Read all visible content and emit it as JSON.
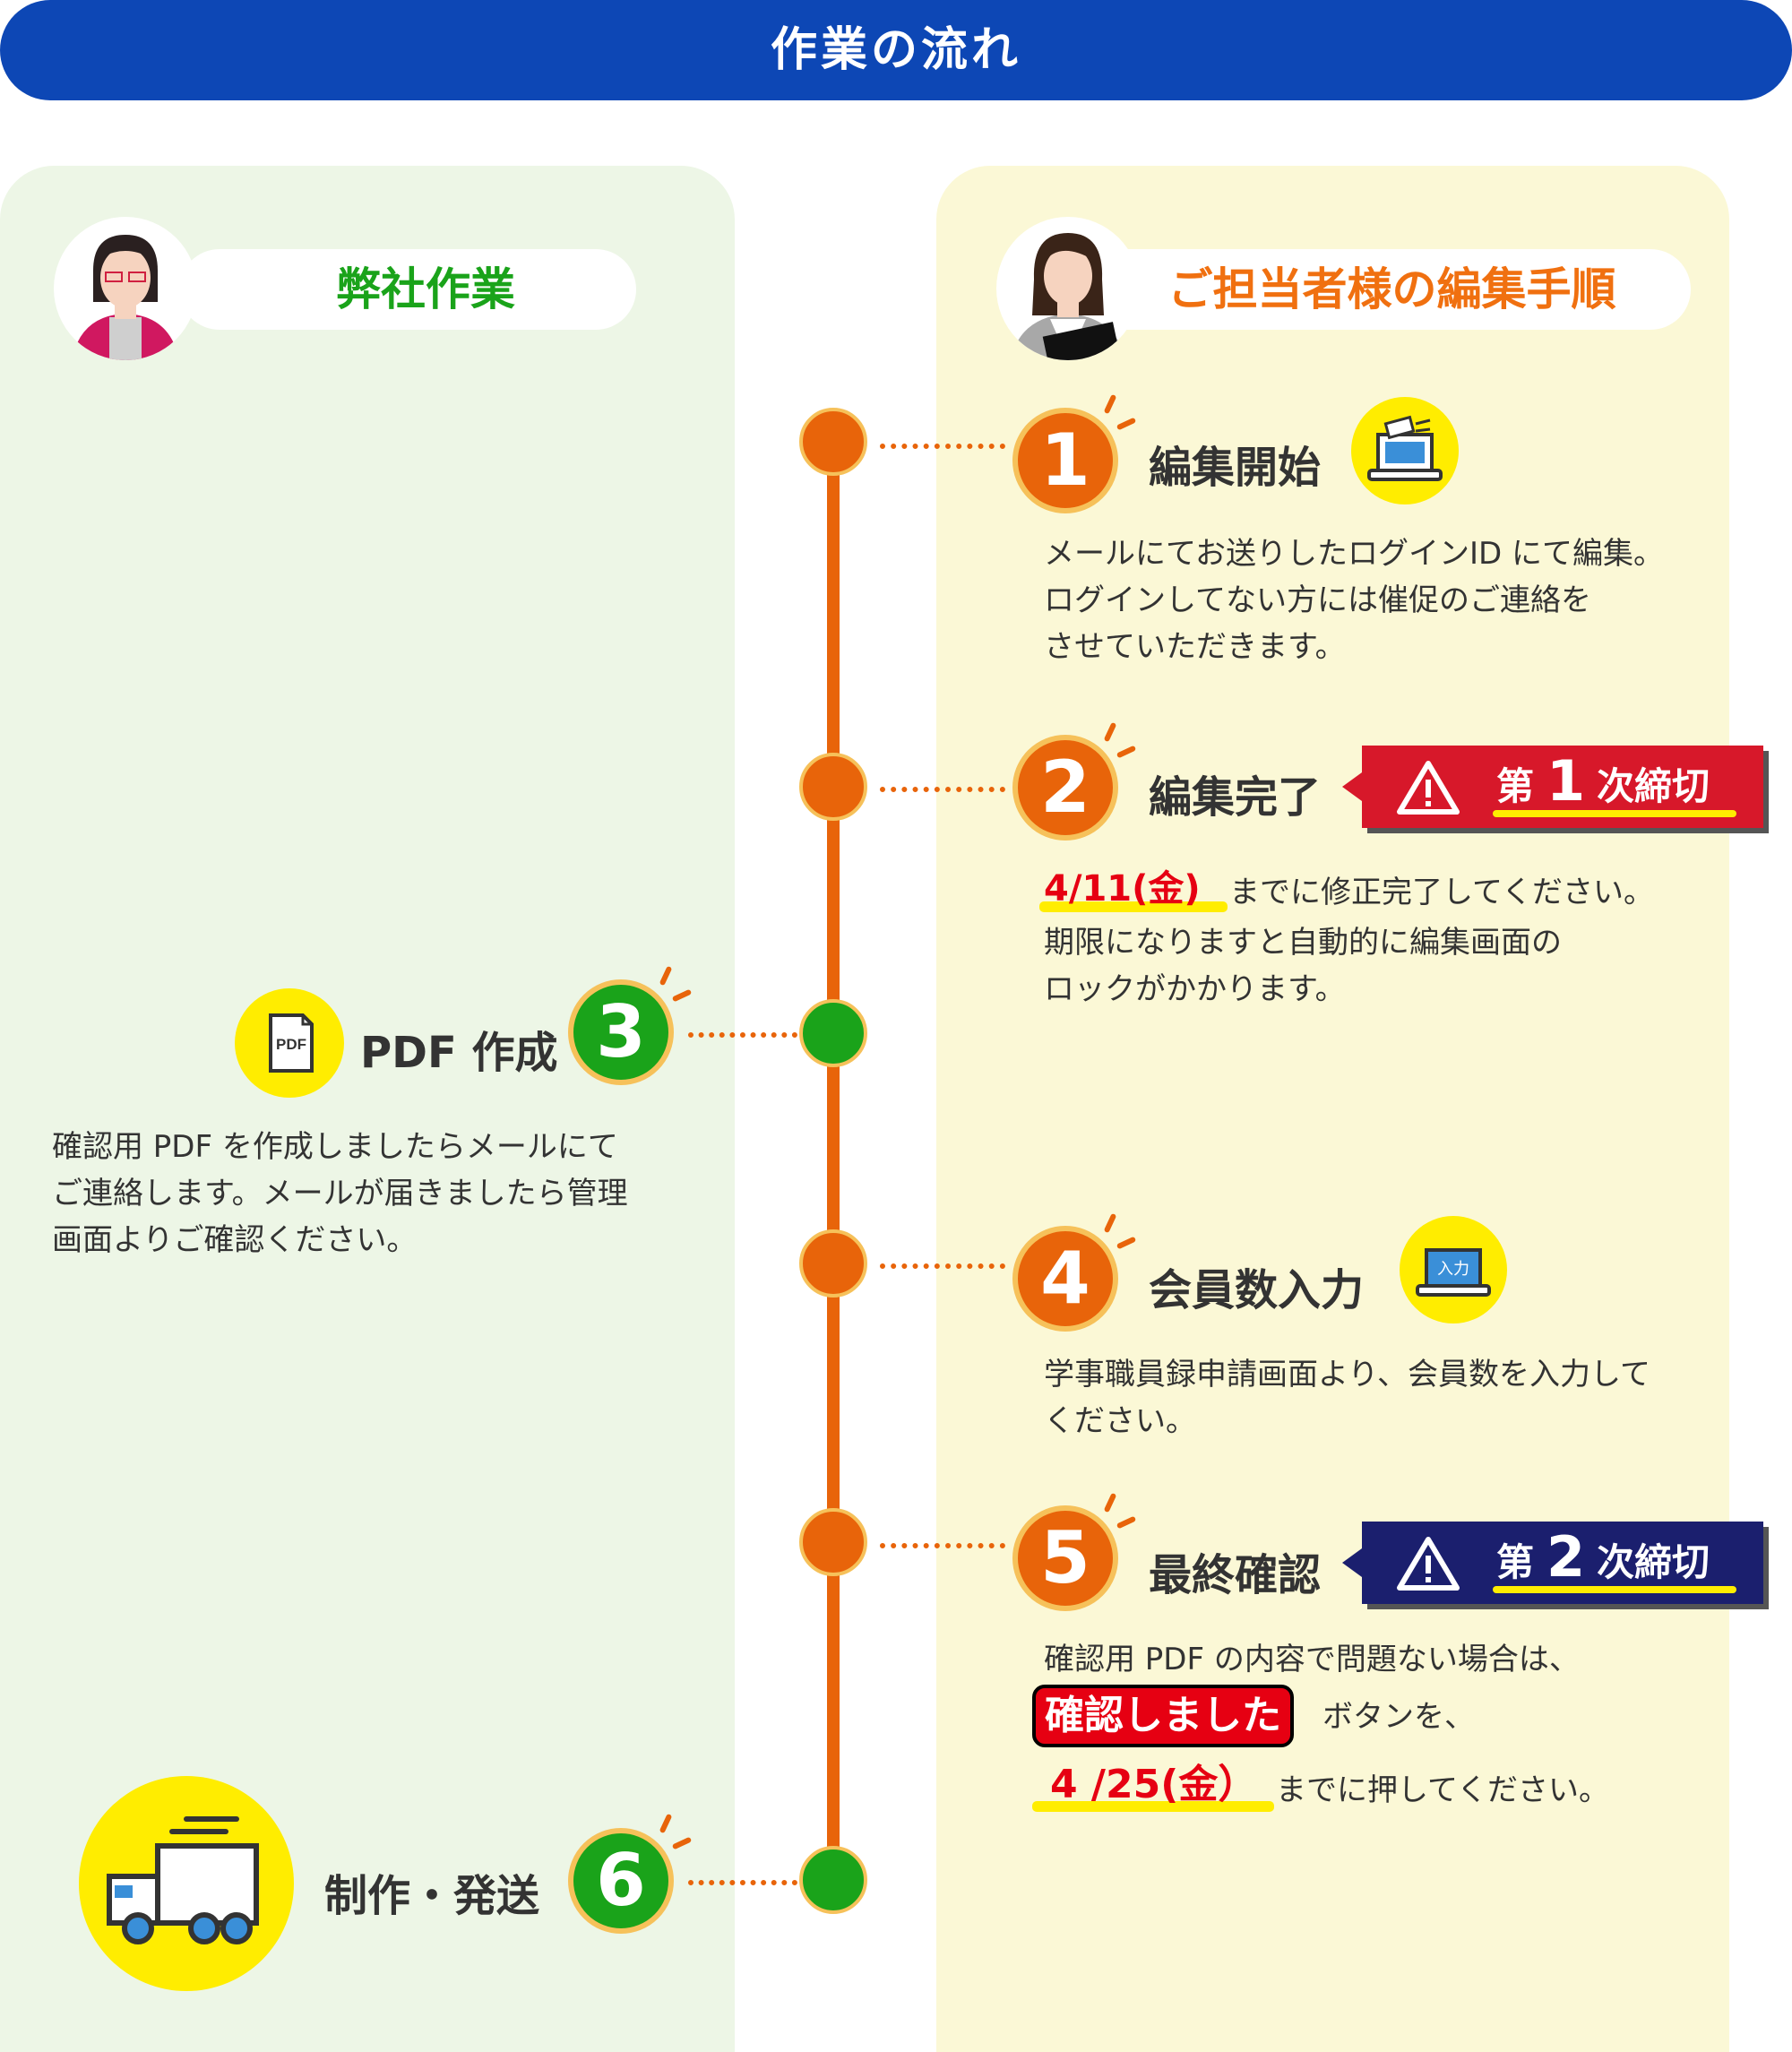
{
  "banner": {
    "title": "作業の流れ"
  },
  "left_header": {
    "title": "弊社作業"
  },
  "right_header": {
    "title": "ご担当者様の編集手順"
  },
  "steps": {
    "s1": {
      "num": "1",
      "title": "編集開始",
      "lines": [
        "メールにてお送りしたログインID にて編集。",
        "ログインしてない方には催促のご連絡を",
        "させていただきます。"
      ]
    },
    "s2": {
      "num": "2",
      "title": "編集完了",
      "date": "4/11(金)",
      "line1_rest": "までに修正完了してください。",
      "lines": [
        "期限になりますと自動的に編集画面の",
        "ロックがかかります。"
      ]
    },
    "s3": {
      "num": "3",
      "title": "PDF 作成",
      "icon_label": "PDF",
      "lines": [
        "確認用 PDF を作成しましたらメールにて",
        "ご連絡します。メールが届きましたら管理",
        "画面よりご確認ください。"
      ]
    },
    "s4": {
      "num": "4",
      "title": "会員数入力",
      "icon_label": "入力",
      "lines": [
        "学事職員録申請画面より、会員数を入力して",
        "ください。"
      ]
    },
    "s5": {
      "num": "5",
      "title": "最終確認",
      "line1": "確認用 PDF の内容で問題ない場合は、",
      "button_label": "確認しました",
      "line2_rest": "ボタンを、",
      "date": "4 /25(金）",
      "line3_rest": "までに押してください。"
    },
    "s6": {
      "num": "6",
      "title": "制作・発送"
    }
  },
  "deadlines": {
    "d1": {
      "pre": "第",
      "num": "1",
      "post": "次締切",
      "color": "#d7182a"
    },
    "d2": {
      "pre": "第",
      "num": "2",
      "post": "次締切",
      "color": "#1b1f6e"
    }
  },
  "colors": {
    "accent_orange": "#e8640a",
    "accent_green": "#1aa31a",
    "banner_blue": "#0d47b5",
    "highlight_yellow": "#ffed00"
  }
}
